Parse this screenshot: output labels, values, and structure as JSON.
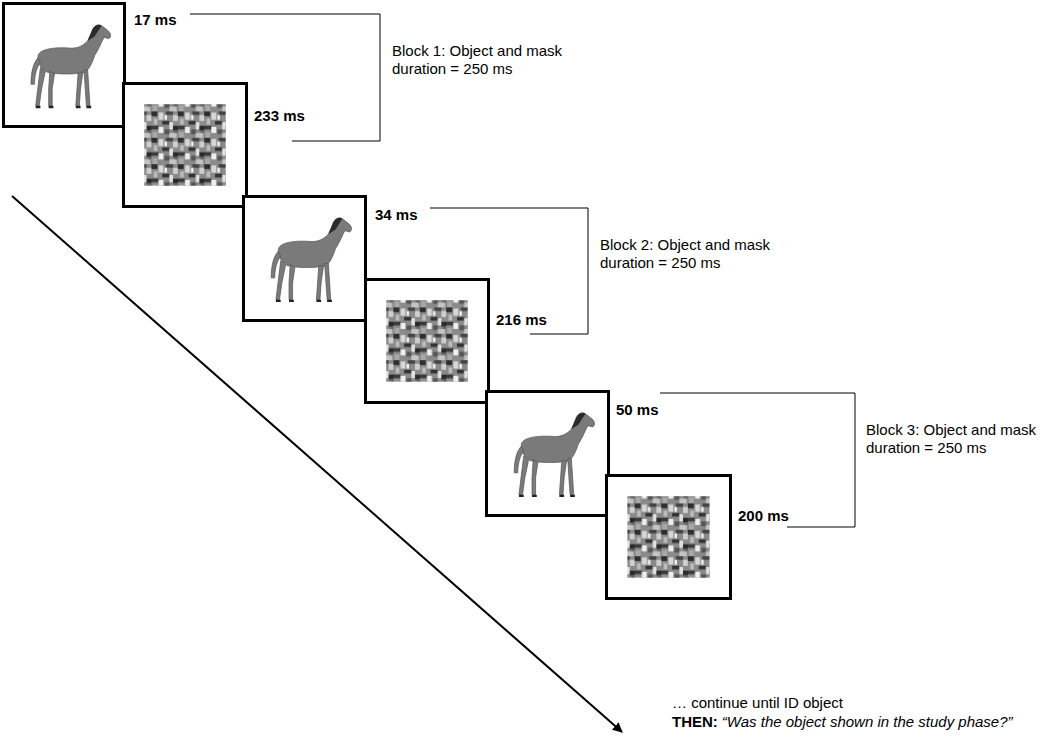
{
  "diagram": {
    "nodes": [
      {
        "text": [
          "17 ms"
        ]
      },
      {
        "text": [
          "233 ms"
        ]
      },
      {
        "text": [
          "34 ms"
        ]
      },
      {
        "text": [
          "216 ms"
        ]
      },
      {
        "text": [
          "50 ms"
        ]
      },
      {
        "text": [
          "200 ms"
        ]
      }
    ],
    "labels": [
      "Block 1: Object and mask duration = 250 ms",
      "Block 2: Object and mask duration = 250 ms",
      "Block 3: Object and mask duration = 250 ms",
      "… continue until ID object",
      "THEN:",
      "“Was the object shown in the study phase?”"
    ]
  }
}
